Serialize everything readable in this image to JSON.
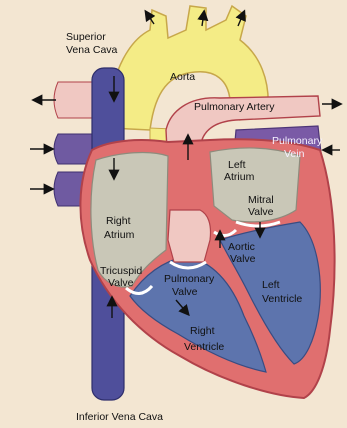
{
  "colors": {
    "background": "#f3e6d2",
    "vena_cava": "#4f4f9b",
    "aorta": "#f4ec86",
    "pulmonary_artery": "#f0c8c2",
    "pulmonary_vein": "#7a5aa6",
    "heart_wall": "#e06f6f",
    "right_atrium": "#c9c7b7",
    "left_ventricle": "#5d74ad",
    "outline": "#b1424a"
  },
  "labels": {
    "superior_vena_cava_line1": "Superior",
    "superior_vena_cava_line2": "Vena Cava",
    "aorta": "Aorta",
    "pulmonary_artery": "Pulmonary Artery",
    "pulmonary_vein_line1": "Pulmonary",
    "pulmonary_vein_line2": "Vein",
    "left_atrium_line1": "Left",
    "left_atrium_line2": "Atrium",
    "mitral_valve_line1": "Mitral",
    "mitral_valve_line2": "Valve",
    "aortic_valve_line1": "Aortic",
    "aortic_valve_line2": "Valve",
    "right_atrium_line1": "Right",
    "right_atrium_line2": "Atrium",
    "tricuspid_valve_line1": "Tricuspid",
    "tricuspid_valve_line2": "Valve",
    "pulmonary_valve_line1": "Pulmonary",
    "pulmonary_valve_line2": "Valve",
    "left_ventricle_line1": "Left",
    "left_ventricle_line2": "Ventricle",
    "right_ventricle_line1": "Right",
    "right_ventricle_line2": "Ventricle",
    "inferior_vena_cava": "Inferior Vena Cava"
  }
}
